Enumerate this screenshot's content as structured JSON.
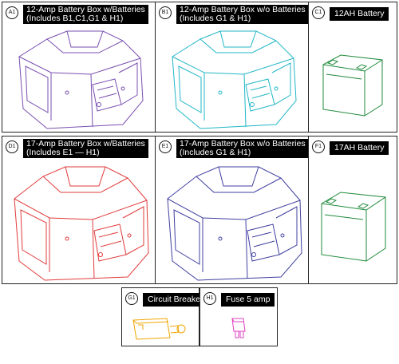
{
  "cells": [
    {
      "id": "A1",
      "label_line1": "12-Amp Battery Box w/Batteries",
      "label_line2": "(Includes B1,C1,G1 & H1)",
      "color": "#7a4fb0",
      "icon": "battery-box-icon"
    },
    {
      "id": "B1",
      "label_line1": "12-Amp Battery Box w/o Batteries",
      "label_line2": "(Includes G1 & H1)",
      "color": "#22b7c7",
      "icon": "battery-box-icon"
    },
    {
      "id": "C1",
      "label_line1": "12AH Battery",
      "label_line2": "",
      "color": "#1f8a3a",
      "icon": "battery-icon"
    },
    {
      "id": "D1",
      "label_line1": "17-Amp Battery Box w/Batteries",
      "label_line2": "(Includes E1 — H1)",
      "color": "#e23b3b",
      "icon": "battery-box-icon"
    },
    {
      "id": "E1",
      "label_line1": "17-Amp Battery Box w/o Batteries",
      "label_line2": "(Includes G1 & H1)",
      "color": "#3f3fa0",
      "icon": "battery-box-icon"
    },
    {
      "id": "F1",
      "label_line1": "17AH Battery",
      "label_line2": "",
      "color": "#1f8a3a",
      "icon": "battery-icon"
    },
    {
      "id": "G1",
      "label_line1": "Circuit Breaker",
      "label_line2": "",
      "color": "#f0a400",
      "icon": "circuit-breaker-icon"
    },
    {
      "id": "H1",
      "label_line1": "Fuse 5 amp",
      "label_line2": "",
      "color": "#e040c0",
      "icon": "fuse-icon"
    }
  ]
}
